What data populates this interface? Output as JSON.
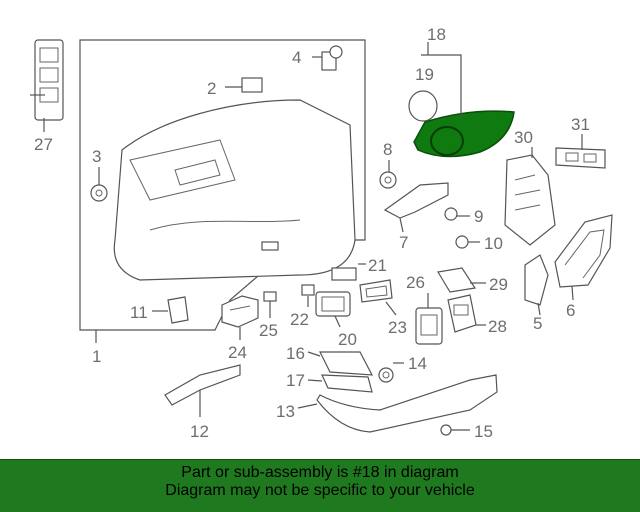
{
  "diagram": {
    "callouts": [
      "1",
      "2",
      "3",
      "4",
      "5",
      "6",
      "7",
      "8",
      "9",
      "10",
      "11",
      "12",
      "13",
      "14",
      "15",
      "16",
      "17",
      "18",
      "19",
      "20",
      "21",
      "22",
      "23",
      "24",
      "25",
      "26",
      "27",
      "28",
      "29",
      "30",
      "31"
    ],
    "highlight_color": "#0f7a0f",
    "line_color": "#555555"
  },
  "banner": {
    "line1": "Part or sub-assembly is #18 in diagram",
    "line2": "Diagram may not be specific to your vehicle",
    "background": "#1f7a1f"
  }
}
